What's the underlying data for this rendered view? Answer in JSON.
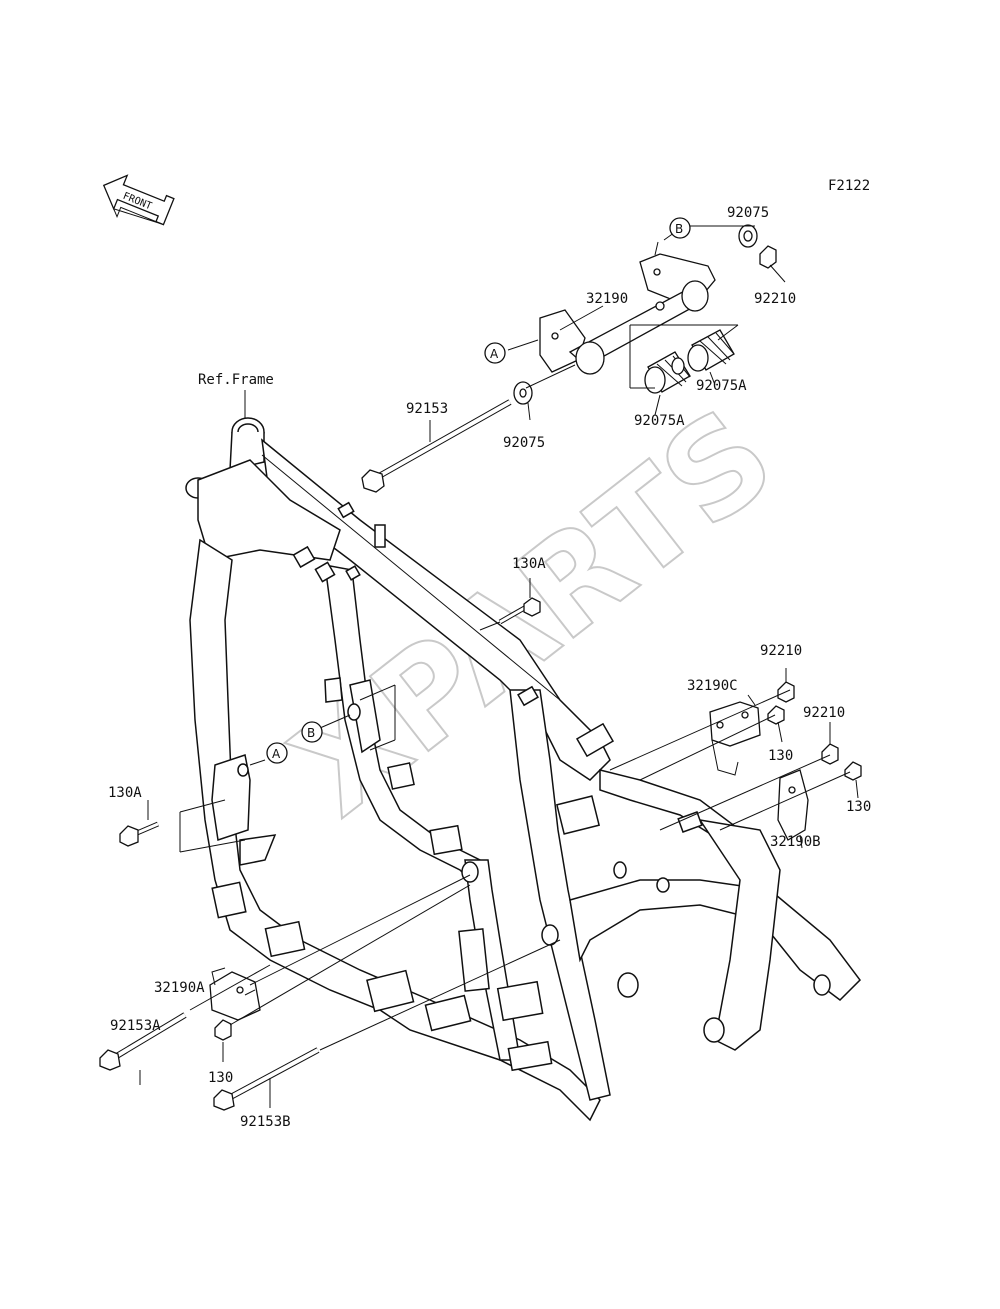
{
  "figure_code": "F2122",
  "front_arrow_label": "FRONT",
  "watermark": "XPARTS",
  "ref_frame_label": "Ref.Frame",
  "callouts": {
    "A": "A",
    "B": "B"
  },
  "parts": {
    "p32190": "32190",
    "p92075_top": "92075",
    "p92210_top": "92210",
    "p92075A_right": "92075A",
    "p92075A_left": "92075A",
    "p92075_washer": "92075",
    "p92153": "92153",
    "p130A_top": "130A",
    "p130A_left": "130A",
    "p92210_mid": "92210",
    "p32190C": "32190C",
    "p130_mid": "130",
    "p92210_right": "92210",
    "p130_right": "130",
    "p32190B": "32190B",
    "p32190A": "32190A",
    "p92153A": "92153A",
    "p130_bottom": "130",
    "p92153B": "92153B"
  }
}
